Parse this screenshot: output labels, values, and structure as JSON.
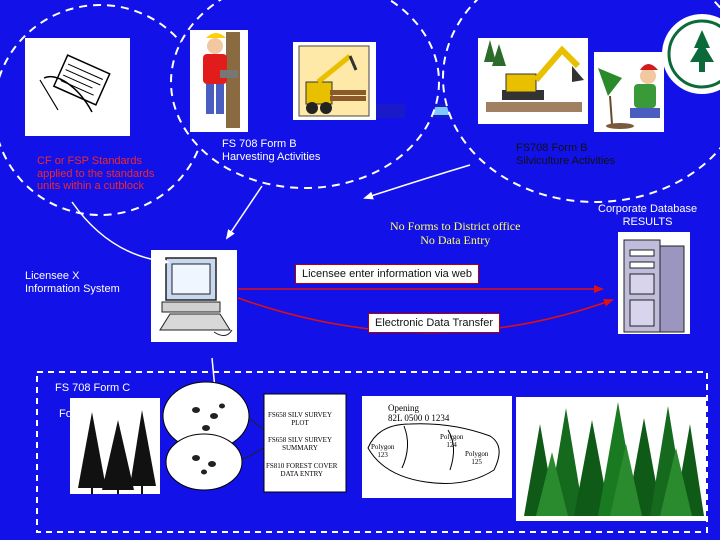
{
  "labels": {
    "cf_standards": [
      "CF or FSP Standards",
      "applied to the standards",
      "units within a cutblock"
    ],
    "harvesting": [
      "FS 708 Form B",
      "Harvesting Activities"
    ],
    "silviculture": [
      "FS708 Form B",
      "Silviculture Activities"
    ],
    "corporate_db": [
      "Corporate Database",
      "RESULTS"
    ],
    "no_forms": [
      "No Forms to District office",
      "No Data Entry"
    ],
    "licensee": [
      "Licensee X",
      "Information System"
    ],
    "web_entry": "Licensee enter information via web",
    "edt": "Electronic Data Transfer",
    "form_c": "FS 708 Form C",
    "forest_cover": "Forest Cover",
    "survey_plot": [
      "FS658 SILV SURVEY",
      "PLOT"
    ],
    "survey_summary": [
      "FS658 SILV SURVEY",
      "SUMMARY"
    ],
    "forest_cover_entry": [
      "FS810 FOREST COVER",
      "DATA ENTRY"
    ],
    "opening": [
      "Opening",
      "82L 0500 0 1234"
    ],
    "polygon_1": [
      "Polygon",
      "123"
    ],
    "polygon_2": [
      "Polygon",
      "124"
    ],
    "polygon_3": [
      "Polygon",
      "125"
    ]
  },
  "colors": {
    "background": "#1212e8",
    "cf_text": "#f02828",
    "note_text": "#ffff66",
    "arrow_red": "#e01010",
    "arrow_white": "#ffffff",
    "box_border": "#b00000"
  },
  "icons": [
    "form-document-icon",
    "lumberjack-icon",
    "log-loader-icon",
    "excavator-icon",
    "tree-planter-icon",
    "agency-seal-icon",
    "computer-icon",
    "server-icon",
    "conifer-trees-icon",
    "forest-stand-icon"
  ]
}
